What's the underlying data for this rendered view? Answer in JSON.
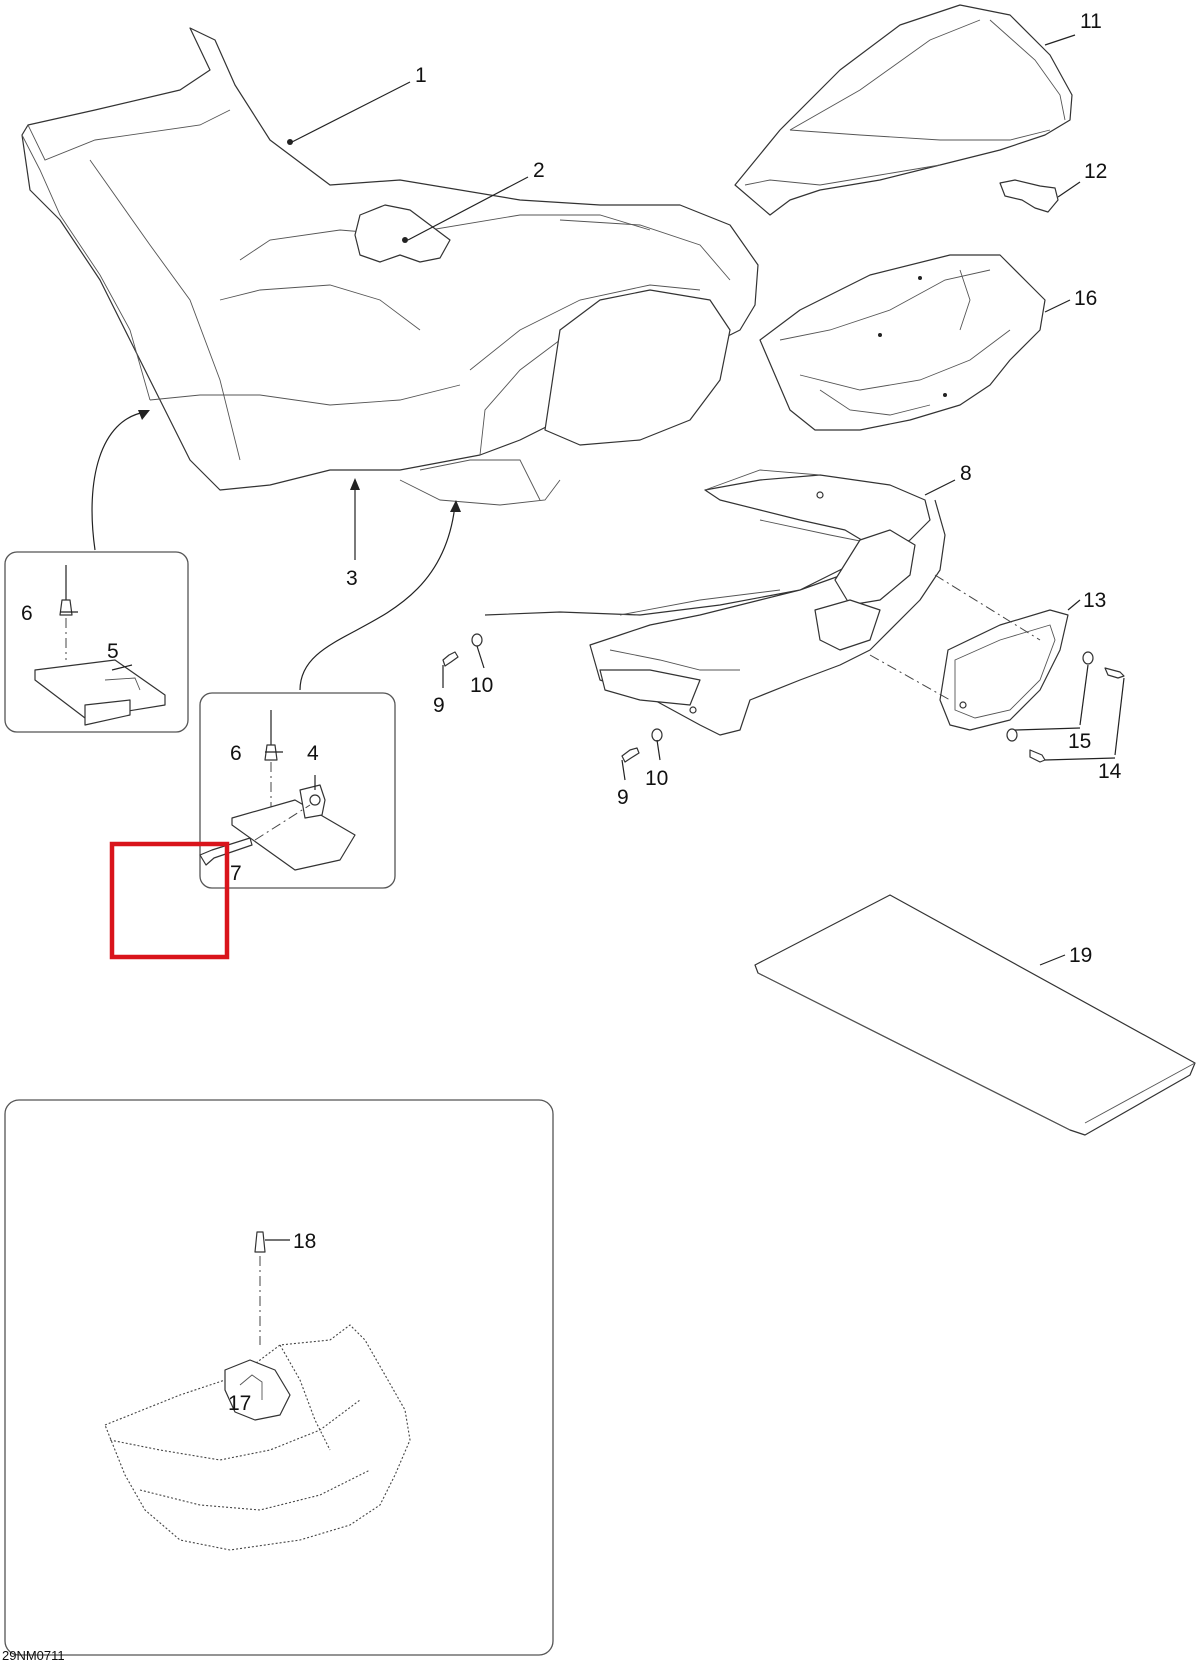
{
  "diagram": {
    "drawing_code": "29NM0711",
    "callouts": {
      "c1": "1",
      "c2": "2",
      "c3": "3",
      "c4": "4",
      "c5": "5",
      "c6a": "6",
      "c6b": "6",
      "c7": "7",
      "c8": "8",
      "c9a": "9",
      "c9b": "9",
      "c10a": "10",
      "c10b": "10",
      "c11": "11",
      "c12": "12",
      "c13": "13",
      "c14": "14",
      "c15": "15",
      "c16": "16",
      "c17": "17",
      "c18": "18",
      "c19": "19"
    },
    "highlight_color": "#d9141b"
  }
}
